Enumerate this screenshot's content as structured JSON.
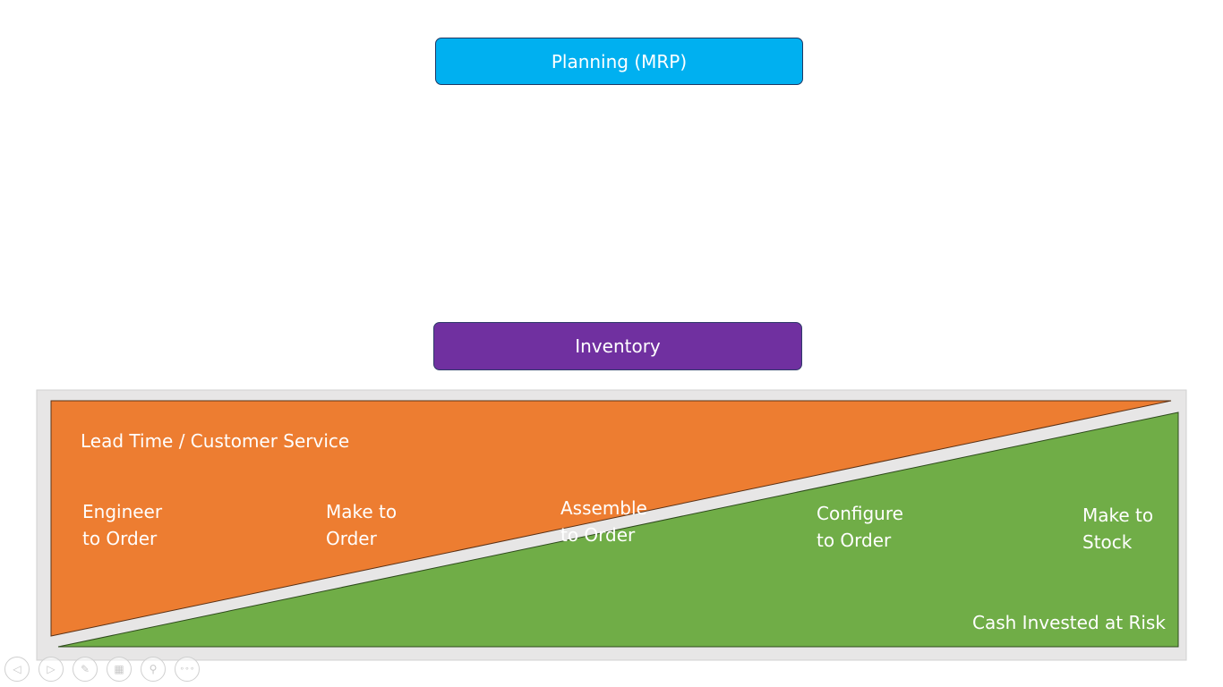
{
  "planning_box": {
    "label": "Planning (MRP)",
    "color": "#00b0f0"
  },
  "inventory_box": {
    "label": "Inventory",
    "color": "#7030a0"
  },
  "diagram": {
    "background": "#e7e6e6",
    "upper_triangle": {
      "label": "Lead Time / Customer Service",
      "color": "#ed7d31"
    },
    "lower_triangle": {
      "label": "Cash Invested at Risk",
      "color": "#70ad47"
    },
    "strategies": [
      {
        "label": "Engineer\nto Order"
      },
      {
        "label": "Make to\nOrder"
      },
      {
        "label": "Assemble\nto Order"
      },
      {
        "label": "Configure\nto Order"
      },
      {
        "label": "Make to\nStock"
      }
    ]
  },
  "slideshow_toolbar": {
    "buttons": [
      {
        "name": "previous",
        "glyph": "◁"
      },
      {
        "name": "next",
        "glyph": "▷"
      },
      {
        "name": "pen",
        "glyph": "✎"
      },
      {
        "name": "slides",
        "glyph": "▦"
      },
      {
        "name": "zoom",
        "glyph": "⚲"
      },
      {
        "name": "more",
        "glyph": "∘∘∘"
      }
    ]
  }
}
